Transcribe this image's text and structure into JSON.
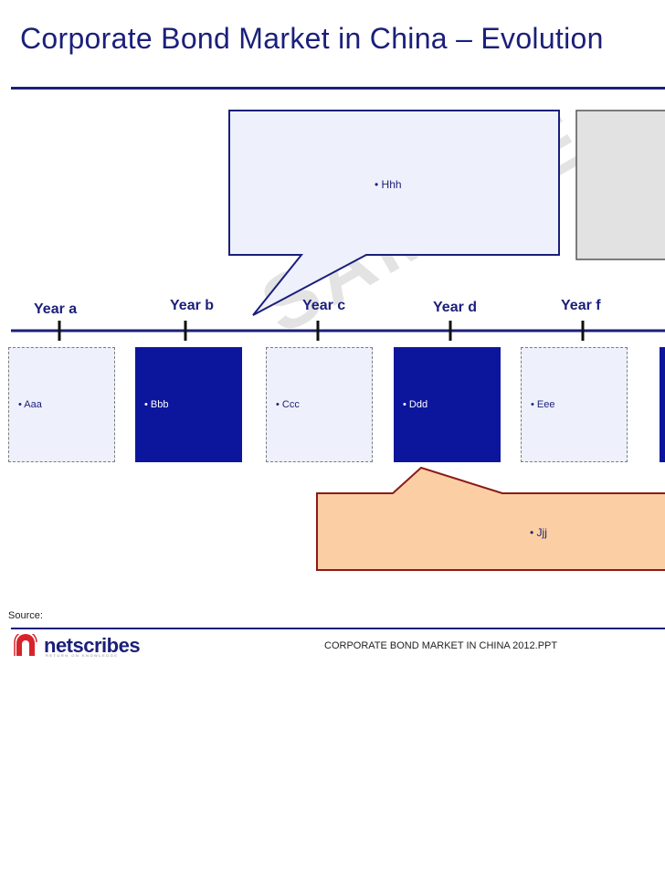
{
  "title": "Corporate Bond Market in China – Evolution",
  "watermark": "SAMPLE",
  "years": [
    "Year a",
    "Year b",
    "Year c",
    "Year d",
    "Year f"
  ],
  "boxes": [
    {
      "text": "• Aaa",
      "style": "light"
    },
    {
      "text": "• Bbb",
      "style": "dark"
    },
    {
      "text": "• Ccc",
      "style": "light"
    },
    {
      "text": "• Ddd",
      "style": "dark"
    },
    {
      "text": "• Eee",
      "style": "light"
    }
  ],
  "callout_top": {
    "text": "• Hhh"
  },
  "callout_bottom": {
    "text": "• Jjj"
  },
  "source_label": "Source:",
  "logo": {
    "name": "netscribes",
    "tagline": "RETURN ON KNOWLEDGE"
  },
  "footer_file": "CORPORATE BOND MARKET IN CHINA 2012.PPT",
  "colors": {
    "navy": "#1b1f7a",
    "box_dark": "#0c169c",
    "box_light": "#eef0fb",
    "callout_top_fill": "#eef0fb",
    "callout_bottom_fill": "#fbcfa3",
    "callout_bottom_border": "#8b1a1a",
    "grey_panel": "#e2e2e2"
  }
}
